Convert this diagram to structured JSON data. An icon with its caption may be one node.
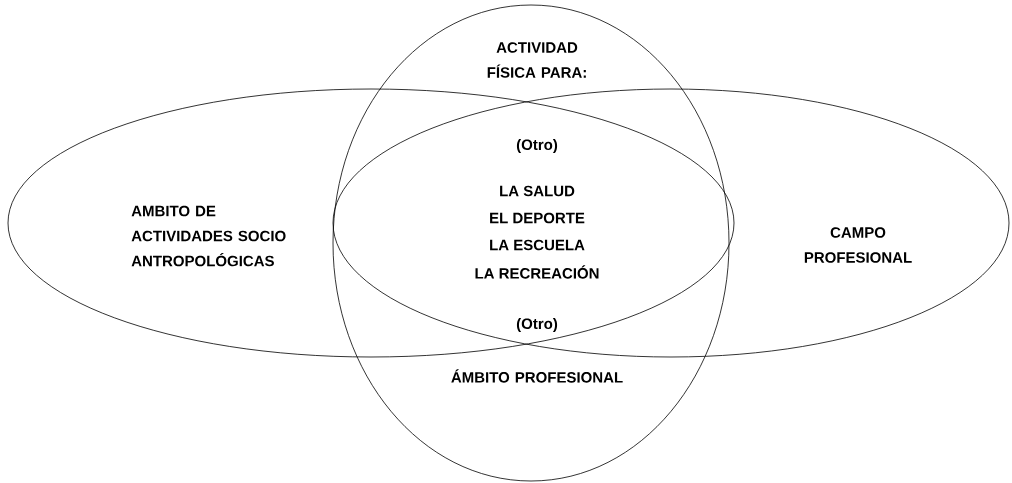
{
  "diagram": {
    "nodes": [
      {
        "text": [
          "ACTIVIDAD FÍSICA PARA:",
          "ÁMBITO PROFESIONAL"
        ]
      },
      {
        "text": [
          "AMBITO DE ACTIVIDADES SOCIO ANTROPOLÓGICAS"
        ]
      },
      {
        "text": [
          "CAMPO PROFESIONAL"
        ]
      }
    ],
    "labels": [
      "(Otro)",
      "LA SALUD",
      "EL DEPORTE",
      "LA ESCUELA",
      "LA RECREACIÓN",
      "(Otro)"
    ]
  }
}
